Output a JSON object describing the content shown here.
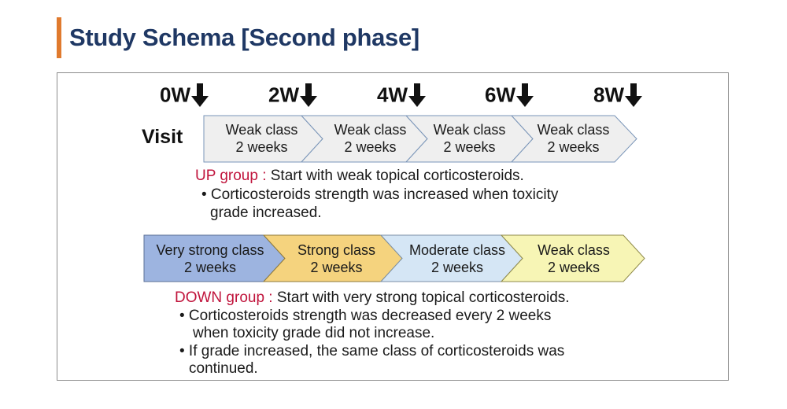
{
  "title": "Study Schema [Second phase]",
  "weeks": [
    "0W",
    "2W",
    "4W",
    "6W",
    "8W"
  ],
  "visit_label": "Visit",
  "up_segments": [
    {
      "line1": "Weak class",
      "line2": "2 weeks",
      "color": "#efefef"
    },
    {
      "line1": "Weak class",
      "line2": "2 weeks",
      "color": "#efefef"
    },
    {
      "line1": "Weak class",
      "line2": "2 weeks",
      "color": "#efefef"
    },
    {
      "line1": "Weak class",
      "line2": "2 weeks",
      "color": "#efefef"
    }
  ],
  "up_note": {
    "label": "UP group :",
    "text": " Start with weak topical corticosteroids.",
    "bullet1_line1": "• Corticosteroids strength was increased when toxicity",
    "bullet1_line2": "grade increased."
  },
  "down_segments": [
    {
      "line1": "Very strong class",
      "line2": "2 weeks",
      "color": "#9db4e0"
    },
    {
      "line1": "Strong class",
      "line2": "2 weeks",
      "color": "#f5d37e"
    },
    {
      "line1": "Moderate class",
      "line2": "2 weeks",
      "color": "#d5e6f5"
    },
    {
      "line1": "Weak class",
      "line2": "2 weeks",
      "color": "#f7f5b5"
    }
  ],
  "down_note": {
    "label": "DOWN group :",
    "text": " Start with very strong topical corticosteroids.",
    "bullet1_line1": "• Corticosteroids strength was decreased every 2 weeks",
    "bullet1_line2": "when toxicity grade did not increase.",
    "bullet2_line1": "• If grade increased, the same class of corticosteroids was",
    "bullet2_line2": "continued."
  },
  "colors": {
    "accent_bar": "#e07a2e",
    "title": "#1f3864",
    "group_label": "#c0143c"
  }
}
